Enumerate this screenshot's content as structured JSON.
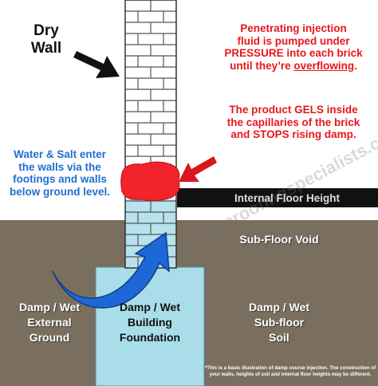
{
  "labels": {
    "dry_wall_line1": "Dry",
    "dry_wall_line2": "Wall",
    "injection_line1": "Penetrating injection",
    "injection_line2": "fluid is pumped under",
    "injection_line3": "PRESSURE into each brick",
    "injection_line4_pre": "until they’re ",
    "injection_line4_em": "overflowing",
    "injection_line4_post": ".",
    "gels_line1": "The product GELS inside",
    "gels_line2": "the capillaries of the brick",
    "gels_line3": "and STOPS rising damp.",
    "water_line1": "Water & Salt enter",
    "water_line2": "the walls via the",
    "water_line3": "footings and walls",
    "water_line4": "below ground level.",
    "internal_floor": "Internal Floor Height",
    "subfloor_void": "Sub-Floor Void",
    "ext_ground_1": "Damp / Wet",
    "ext_ground_2": "External",
    "ext_ground_3": "Ground",
    "foundation_1": "Damp / Wet",
    "foundation_2": "Building",
    "foundation_3": "Foundation",
    "subfloor_soil_1": "Damp / Wet",
    "subfloor_soil_2": "Sub-floor",
    "subfloor_soil_3": "Soil",
    "disclaimer_1": "*This is a basic illustration of damp course injection. The construction of",
    "disclaimer_2": "your walls, heights of soil and internal floor heights may be different."
  },
  "watermark": "waterproofingspecialists.com.au",
  "colors": {
    "ground": "#7a6e5f",
    "foundation": "#a9dde9",
    "wall_wet": "#b6e3ee",
    "brick_dry": "#ffffff",
    "mortar": "#555555",
    "gel": "#f2232a",
    "floor_band": "#111111",
    "arrow_blue": "#1e67d6",
    "arrow_red": "#d8161d",
    "arrow_black": "#111111"
  }
}
